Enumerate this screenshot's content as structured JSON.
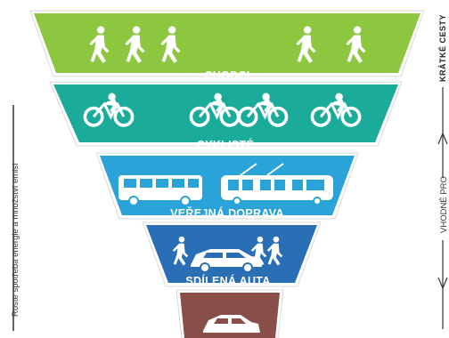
{
  "tiers": [
    {
      "label": "CHODCI",
      "color": "#8dc63f",
      "icon": "pedestrian-icon"
    },
    {
      "label": "CYKLISTÉ",
      "color": "#1aab9b",
      "icon": "cyclist-icon"
    },
    {
      "label": "VEŘEJNÁ DOPRAVA",
      "color": "#2aa3d8",
      "icon": "bus-tram-icon"
    },
    {
      "label": "SDÍLENÁ AUTA",
      "color": "#2a6fb5",
      "icon": "shared-car-icon"
    },
    {
      "label": "",
      "color": "#8a4e49",
      "icon": "car-icon"
    }
  ],
  "left_axis": {
    "text": "Roste spotřeba energie a množství emisí"
  },
  "right_axis": {
    "top_text": "KRÁTKÉ CESTY",
    "bottom_text": "VHODNÉ PRO"
  }
}
